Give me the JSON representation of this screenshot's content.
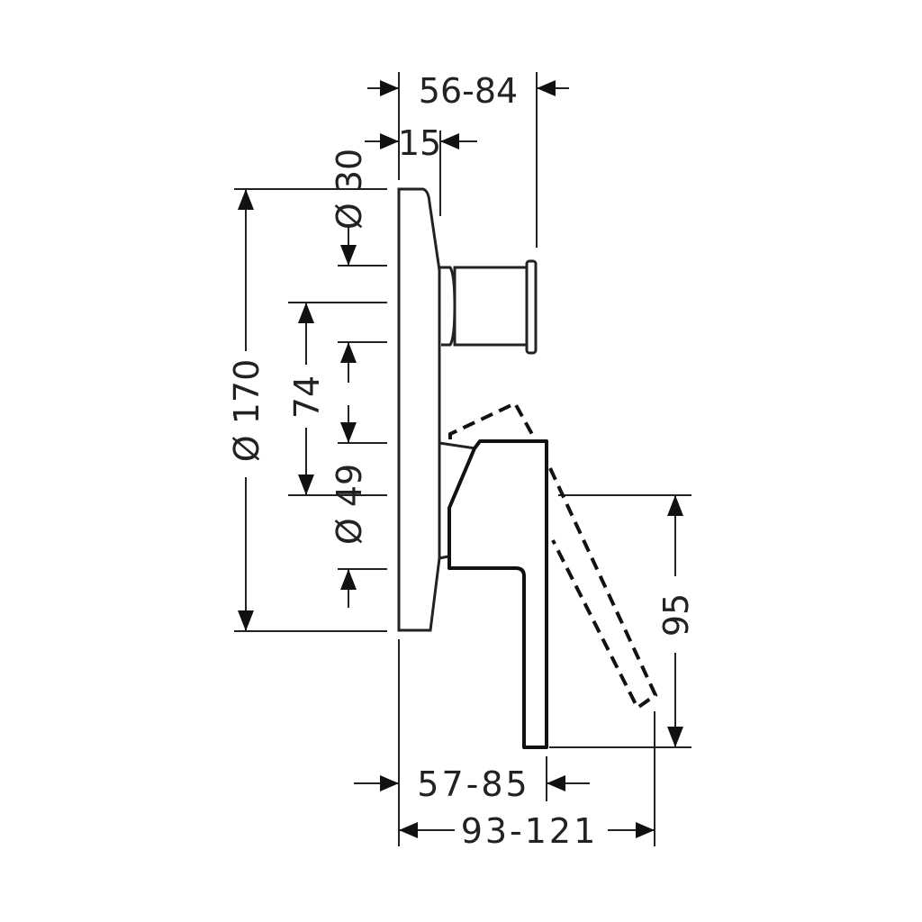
{
  "drawing": {
    "dimensions": {
      "projection_range": "56-84",
      "escutcheon_offset": "15",
      "cartridge_diameter": "Ø 30",
      "escutcheon_diameter": "Ø 170",
      "spacing": "74",
      "lower_diameter": "Ø 49",
      "handle_height": "95",
      "handle_depth_range": "57-85",
      "handle_swing_range": "93-121"
    }
  }
}
